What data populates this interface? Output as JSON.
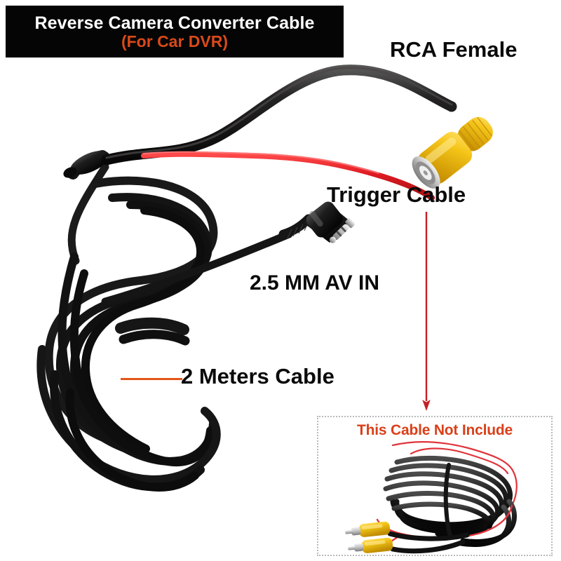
{
  "product": {
    "title_main": "Reverse Camera Converter Cable",
    "title_sub": "(For Car DVR)"
  },
  "callouts": {
    "rca_female": "RCA Female",
    "trigger_cable": "Trigger Cable",
    "av_in": "2.5 MM AV IN",
    "cable_length": "2 Meters Cable"
  },
  "inset": {
    "notice": "This Cable Not Include"
  },
  "colors": {
    "banner_background": "#050505",
    "banner_title_text": "#ffffff",
    "banner_subtitle_text": "#D94A1A",
    "callout_text": "#0a0a0a",
    "leader_line": "#E2561B",
    "arrow": "#C62026",
    "inset_notice_text": "#D9401A",
    "inset_border": "#b9b9b9",
    "connector_yellow": "#F2C416",
    "connector_yellow_dark": "#D9A400",
    "cable_black": "#1b1b1b",
    "trigger_wire_red": "#E01B22",
    "metal_silver": "#C9C9C9",
    "page_background": "#ffffff"
  },
  "icons": {
    "arrow": "arrow-down-icon",
    "leader": "leader-line-icon"
  }
}
